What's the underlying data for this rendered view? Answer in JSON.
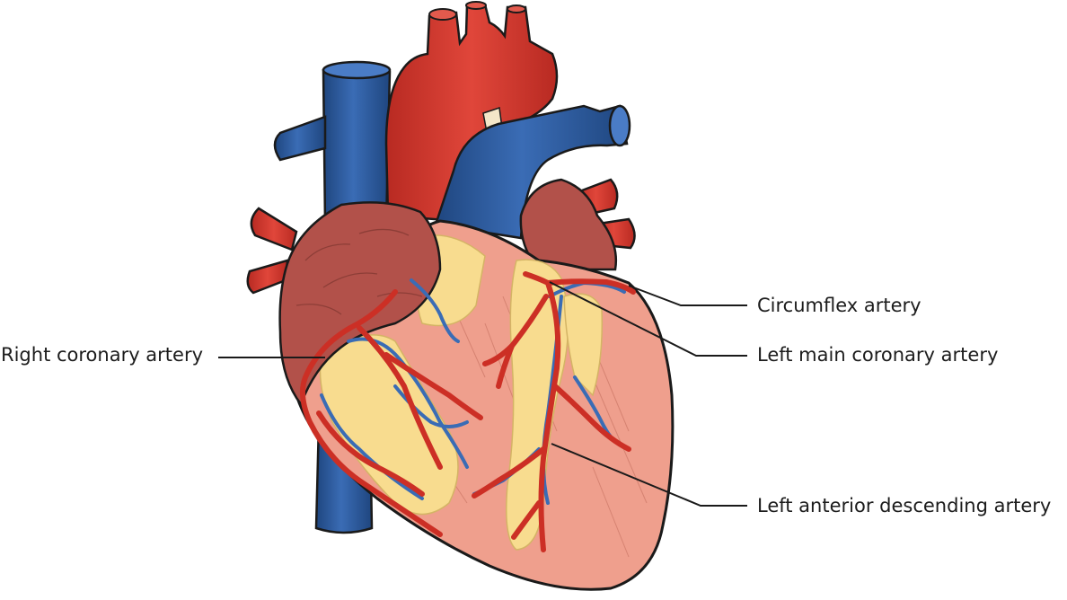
{
  "labels": {
    "circumflex": "Circumflex artery",
    "left_main": "Left main coronary artery",
    "left_anterior_descending": "Left anterior descending artery",
    "right_coronary": "Right coronary artery"
  },
  "colors": {
    "artery_red": "#d23a2c",
    "vein_blue": "#2e5ea6",
    "muscle_pink": "#ee9d8c",
    "atrium_maroon": "#a8483f",
    "fat_yellow": "#f8dc8f",
    "outline": "#1a1a1a"
  }
}
